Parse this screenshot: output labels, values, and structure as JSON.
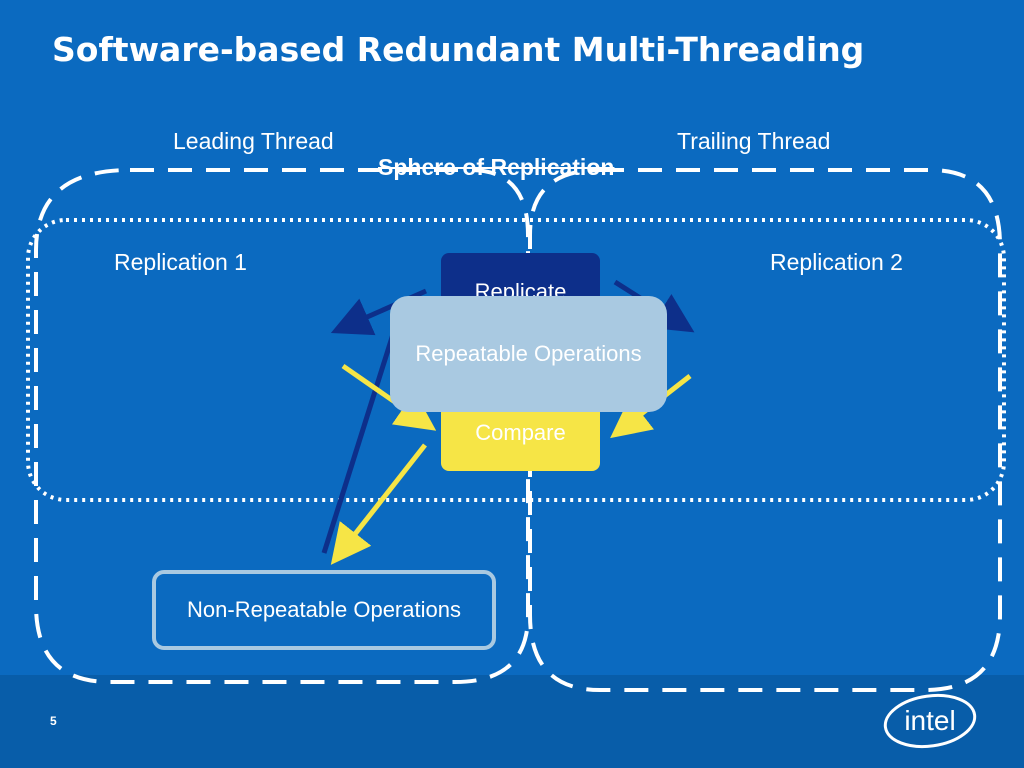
{
  "slide": {
    "title": "Software-based Redundant Multi-Threading",
    "page_number": "5"
  },
  "labels": {
    "leading_thread": "Leading Thread",
    "trailing_thread": "Trailing Thread",
    "sphere_of_replication": "Sphere of Replication",
    "replication_1": "Replication  1",
    "replication_2": "Replication  2"
  },
  "boxes": {
    "replicate": "Replicate",
    "compare": "Compare",
    "repeatable": "Repeatable Operations",
    "non_repeatable": "Non-Repeatable Operations"
  },
  "logo": {
    "text": "intel"
  },
  "colors": {
    "background": "#0b6ac0",
    "replicate_fill": "#0d2f8a",
    "compare_fill": "#f6e546",
    "repeatable_fill": "#a9c9e1",
    "arrow_dark": "#0d2f8a",
    "arrow_yellow": "#f6e546"
  }
}
